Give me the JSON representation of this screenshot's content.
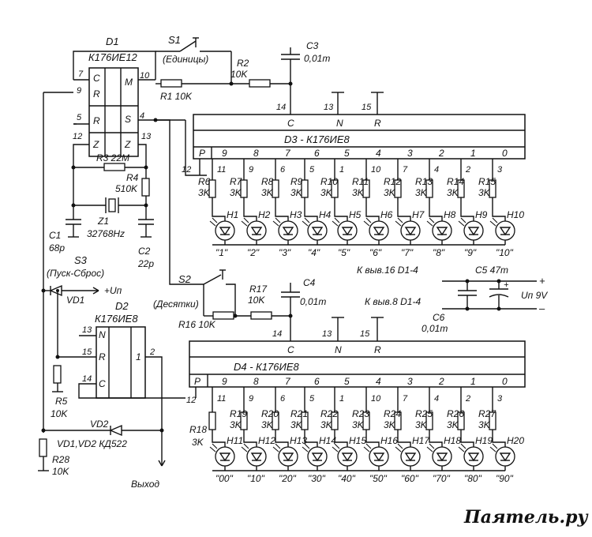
{
  "chips": {
    "d1": {
      "ref": "D1",
      "type": "К176ИЕ12",
      "pin_c": "C",
      "pin_r": "R",
      "pin_m": "M",
      "pin_r2": "R",
      "pin_s": "S",
      "pin_z1": "Z",
      "pin_z2": "Z",
      "pins": {
        "p7": "7",
        "p9": "9",
        "p10": "10",
        "p5": "5",
        "p4": "4",
        "p12": "12",
        "p13": "13"
      }
    },
    "d2": {
      "ref": "D2",
      "type": "К176ИЕ8",
      "pin_n": "N",
      "pin_r": "R",
      "pin_c": "C",
      "out": "1",
      "pins": {
        "p13": "13",
        "p15": "15",
        "p14": "14",
        "p2": "2"
      }
    },
    "d3": {
      "title": "D3 - К176ИЕ8",
      "c": "C",
      "n": "N",
      "r": "R",
      "p": "P",
      "pin14": "14",
      "pin13": "13",
      "pin15": "15",
      "pin12": "12",
      "outputs": [
        "9",
        "8",
        "7",
        "6",
        "5",
        "4",
        "3",
        "2",
        "1",
        "0"
      ],
      "out_pins": [
        "11",
        "9",
        "6",
        "5",
        "1",
        "10",
        "7",
        "4",
        "2",
        "3"
      ]
    },
    "d4": {
      "title": "D4 - К176ИЕ8",
      "c": "C",
      "n": "N",
      "r": "R",
      "p": "P",
      "pin14": "14",
      "pin13": "13",
      "pin15": "15",
      "pin12": "12",
      "outputs": [
        "9",
        "8",
        "7",
        "6",
        "5",
        "4",
        "3",
        "2",
        "1",
        "0"
      ],
      "out_pins": [
        "11",
        "9",
        "6",
        "5",
        "1",
        "10",
        "7",
        "4",
        "2",
        "3"
      ]
    }
  },
  "components": {
    "s1": "S1",
    "s1_note": "(Единицы)",
    "s2": "S2",
    "s2_note": "(Десятки)",
    "s3": "S3",
    "s3_note": "(Пуск-Сброс)",
    "r1": "R1 10K",
    "r2a": "R2",
    "r2b": "10K",
    "r3": "R3 22M",
    "r4a": "R4",
    "r4b": "510K",
    "z1a": "Z1",
    "z1b": "32768Hz",
    "c1a": "C1",
    "c1b": "68p",
    "c2a": "C2",
    "c2b": "22p",
    "c3a": "C3",
    "c3b": "0,01m",
    "c4a": "C4",
    "c4b": "0,01m",
    "c5": "C5 47m",
    "c6a": "C6",
    "c6b": "0,01m",
    "r16": "R16 10K",
    "r17a": "R17",
    "r17b": "10K",
    "r5a": "R5",
    "r5b": "10K",
    "r18a": "R18",
    "r18b": "3K",
    "r28a": "R28",
    "r28b": "10K",
    "vd1": "VD1",
    "vd2": "VD2",
    "vd_note": "VD1,VD2 КД522",
    "plus_up": "+Uп",
    "power": "Uп 9V",
    "plus": "+",
    "minus": "–",
    "note16": "К выв.16 D1-4",
    "note8": "К выв.8 D1-4",
    "output": "Выход",
    "r_top": [
      "R6",
      "R7",
      "R8",
      "R9",
      "R10",
      "R11",
      "R12",
      "R13",
      "R14",
      "R15"
    ],
    "r_bot": [
      "R19",
      "R20",
      "R21",
      "R22",
      "R23",
      "R24",
      "R25",
      "R26",
      "R27"
    ],
    "r_val": "3K",
    "h_top": [
      "H1",
      "H2",
      "H3",
      "H4",
      "H5",
      "H6",
      "H7",
      "H8",
      "H9",
      "H10"
    ],
    "h_bot": [
      "H11",
      "H12",
      "H13",
      "H14",
      "H15",
      "H16",
      "H17",
      "H18",
      "H19",
      "H20"
    ],
    "lbl_top": [
      "\"1\"",
      "\"2\"",
      "\"3\"",
      "\"4\"",
      "\"5\"",
      "\"6\"",
      "\"7\"",
      "\"8\"",
      "\"9\"",
      "\"10\""
    ],
    "lbl_bot": [
      "\"00\"",
      "\"10\"",
      "\"20\"",
      "\"30\"",
      "\"40\"",
      "\"50\"",
      "\"60\"",
      "\"70\"",
      "\"80\"",
      "\"90\""
    ]
  },
  "watermark": "Паятель.ру"
}
